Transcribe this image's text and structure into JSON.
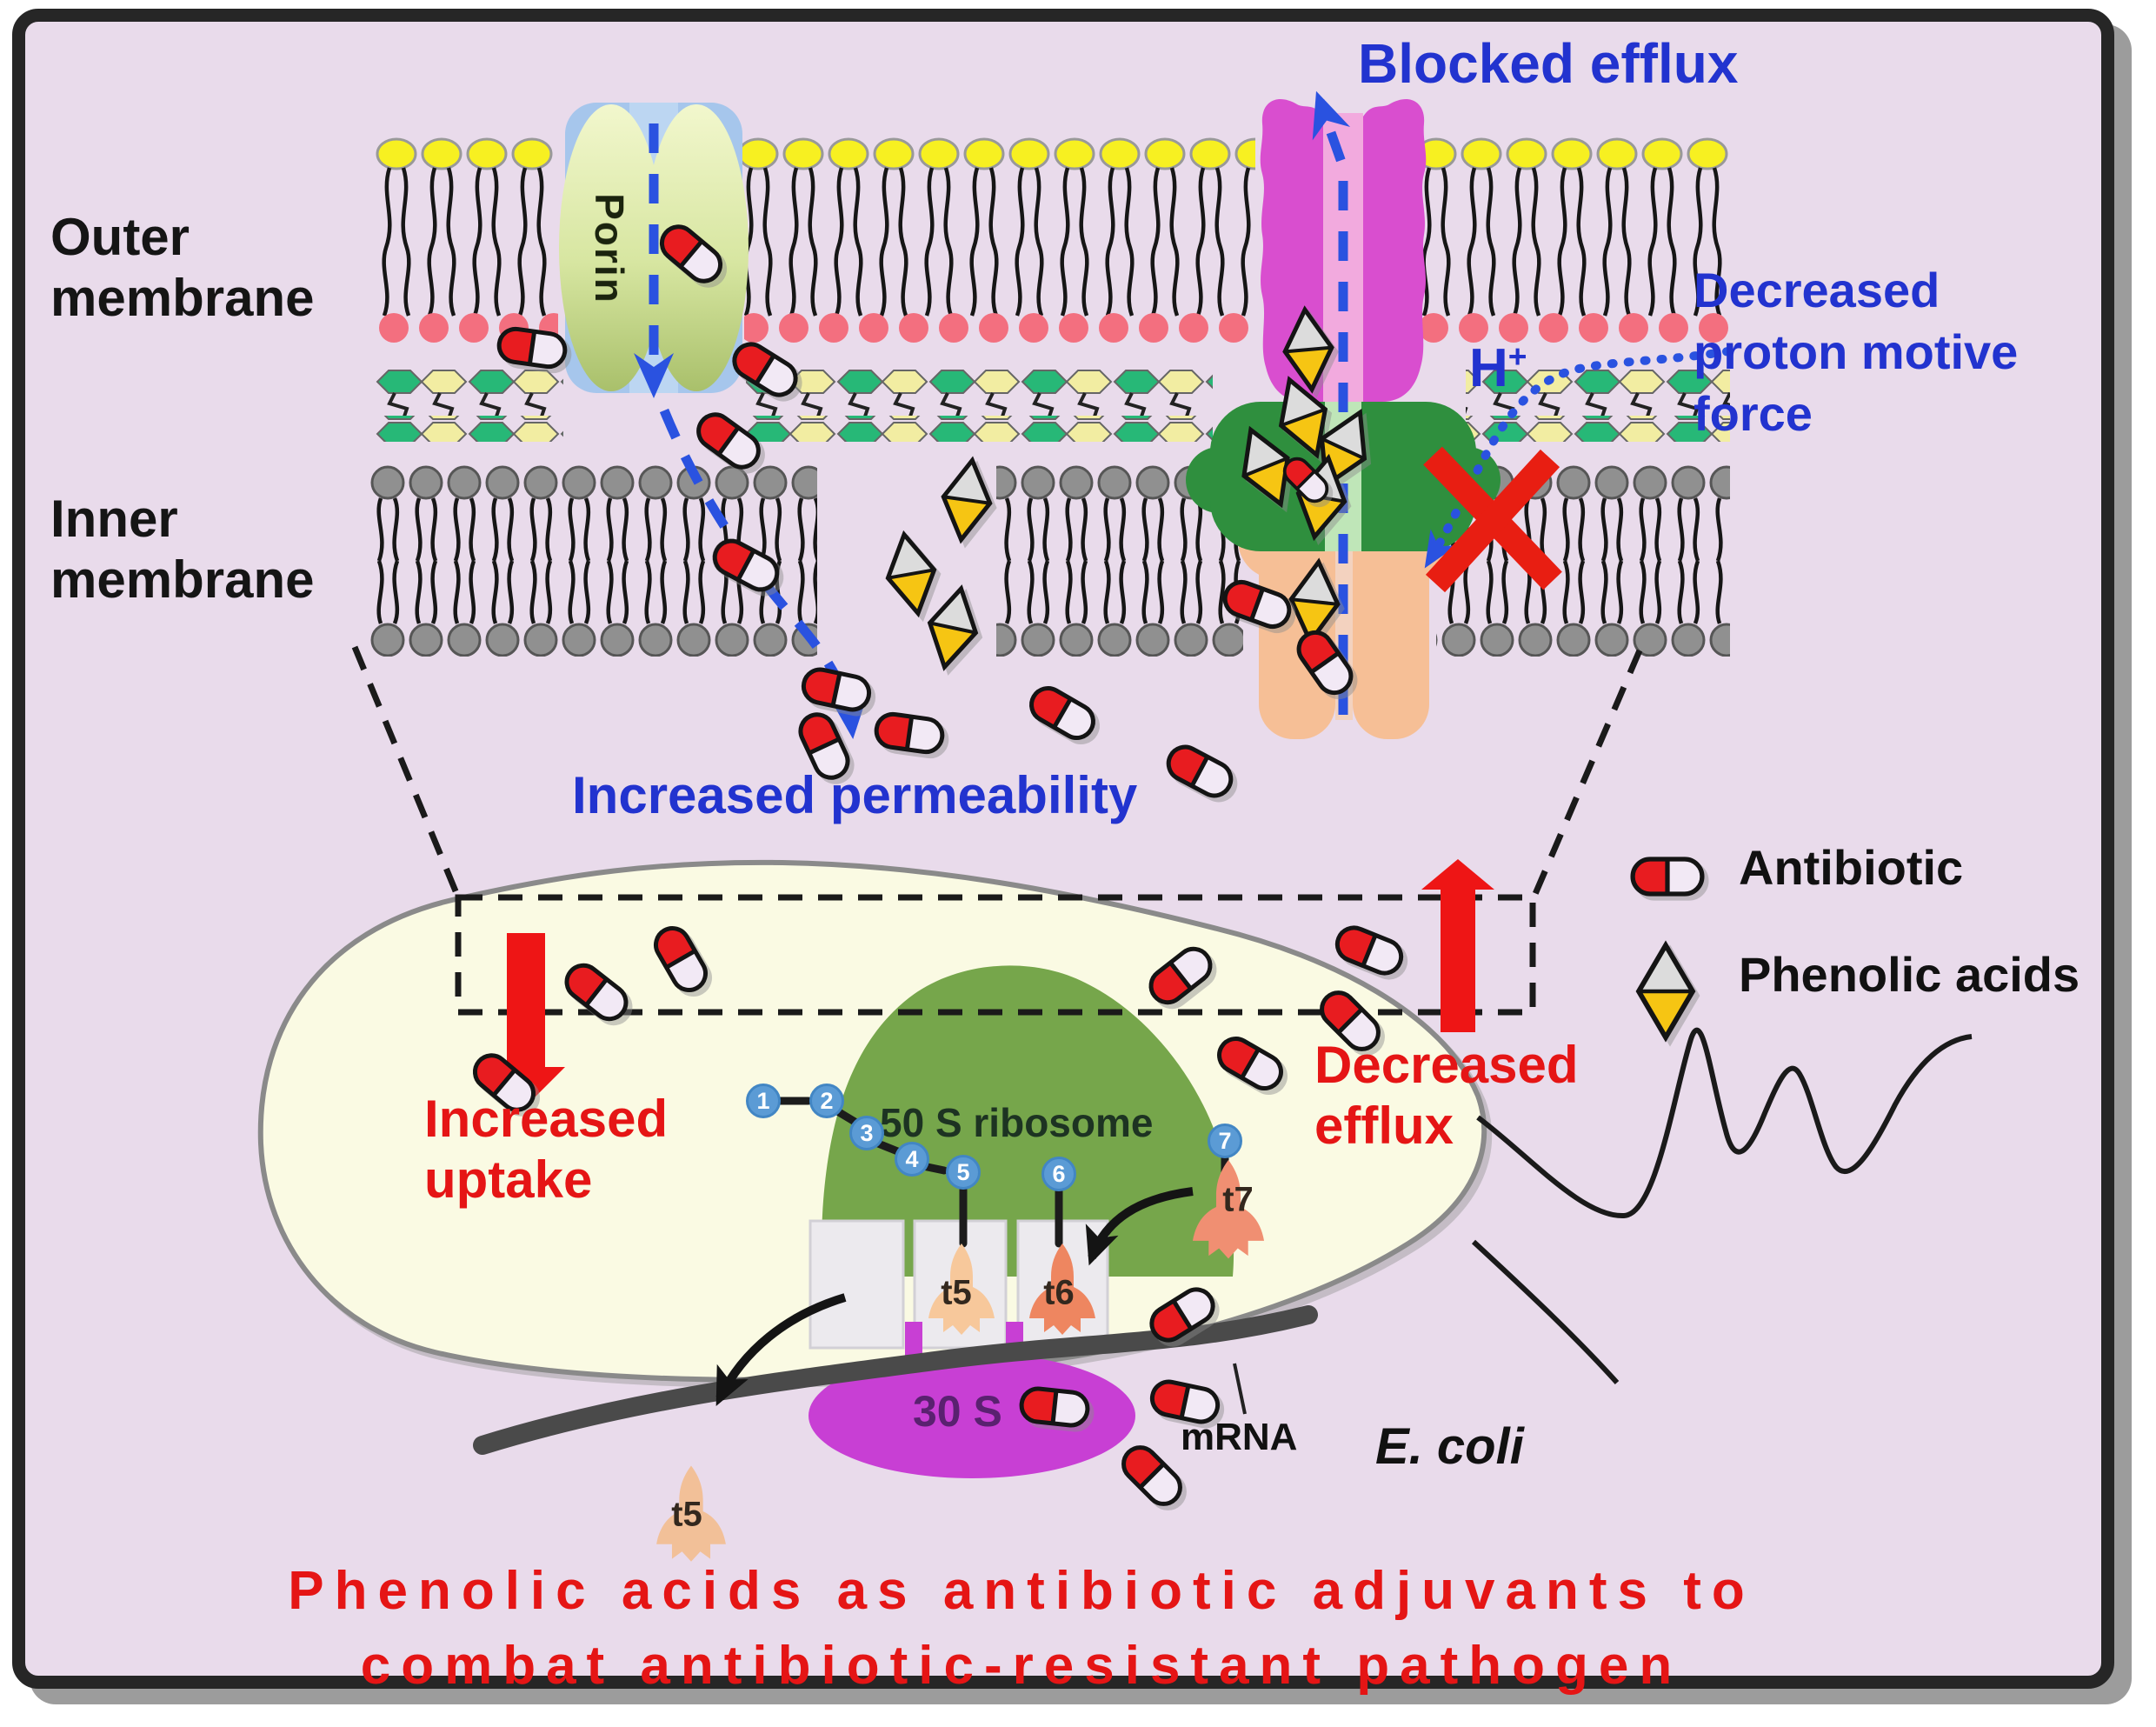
{
  "membrane": {
    "outer_label": [
      "Outer",
      "membrane"
    ],
    "inner_label": [
      "Inner",
      "membrane"
    ],
    "porin_label": "Porin"
  },
  "annotations": {
    "blocked_efflux": "Blocked efflux",
    "decreased_pmf": [
      "Decreased",
      "proton motive",
      "force"
    ],
    "proton": "H",
    "proton_charge": "+",
    "increased_permeability": "Increased permeability",
    "increased_uptake": [
      "Increased",
      "uptake"
    ],
    "decreased_efflux": [
      "Decreased",
      "efflux"
    ]
  },
  "legend": {
    "antibiotic": "Antibiotic",
    "phenolic_acids": "Phenolic acids"
  },
  "cell": {
    "organism": "E. coli",
    "ribosome_50s": "50 S ribosome",
    "ribosome_30s": "30 S",
    "mrna": "mRNA",
    "steps": [
      "1",
      "2",
      "3",
      "4",
      "5",
      "6",
      "7"
    ],
    "trna": {
      "t5": "t5",
      "t6": "t6",
      "t7": "t7",
      "released_t5": "t5"
    }
  },
  "title": [
    "Phenolic acids as antibiotic adjuvants to",
    "combat antibiotic-resistant pathogen"
  ],
  "colors": {
    "background": "#e9dbeb",
    "accent_blue": "#2a52e0",
    "accent_red": "#e81717",
    "cell_fill": "#fafae3",
    "ribosome_green": "#76a64b",
    "ribosome_30s_purple": "#c83fd4",
    "capsule_red": "#ea1c24",
    "phenolic_yellow": "#f6c513"
  }
}
